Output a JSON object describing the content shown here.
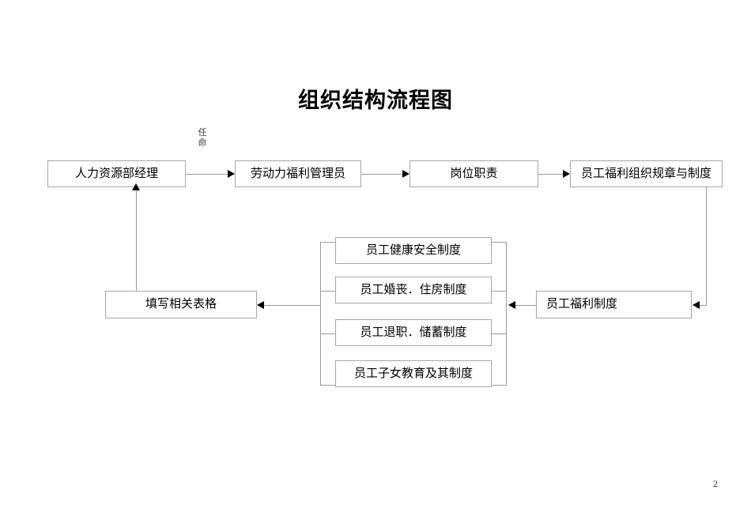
{
  "document": {
    "title": "组织结构流程图",
    "page_number": "2",
    "background_color": "#ffffff",
    "box_border_color": "#a6a6a6",
    "connector_color": "#9a9a9a",
    "arrow_color": "#000000"
  },
  "edge_labels": {
    "appointment": "任命"
  },
  "nodes": {
    "hr_manager": "人力资源部经理",
    "welfare_admin": "劳动力福利管理员",
    "job_duties": "岗位职责",
    "welfare_rules": "员工福利组织规章与制度",
    "welfare_system": "员工福利制度",
    "fill_forms": "填写相关表格",
    "policy_health": "员工健康安全制度",
    "policy_marriage": "员工婚丧．住房制度",
    "policy_retire": "员工退职．储蓄制度",
    "policy_education": "员工子女教育及其制度"
  },
  "flow": {
    "top_row": [
      "人力资源部经理",
      "劳动力福利管理员",
      "岗位职责",
      "员工福利组织规章与制度"
    ],
    "policy_group": [
      "员工健康安全制度",
      "员工婚丧．住房制度",
      "员工退职．储蓄制度",
      "员工子女教育及其制度"
    ]
  }
}
